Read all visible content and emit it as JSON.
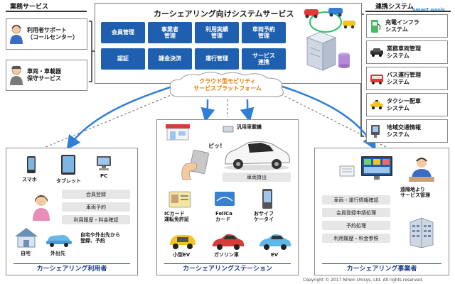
{
  "left": {
    "header": "業務サービス",
    "boxes": [
      {
        "label": "利用者サポート\n（コールセンター）"
      },
      {
        "label": "車両・車載器\n保守サービス"
      }
    ]
  },
  "center": {
    "title": "カーシェアリング向けシステムサービス",
    "services": [
      "会員管理",
      "事業者\n管理",
      "利用実績\n管理",
      "車両予約\n管理",
      "認証",
      "課金決済",
      "運行管理",
      "サービス\n連携"
    ],
    "cloud_label": "クラウド型モビリティ\nサービスプラットフォーム"
  },
  "right": {
    "header": "連携システム",
    "brand": "smart oasis",
    "systems": [
      "充電インフラ\nシステム",
      "業務車両管理\nシステム",
      "バス運行管理\nシステム",
      "タクシー配車\nシステム",
      "地域交通情報\nシステム"
    ]
  },
  "users": {
    "title": "カーシェアリング利用者",
    "devices": [
      "スマホ",
      "タブレット",
      "PC"
    ],
    "actions": [
      "会員登録",
      "車両予約",
      "利用履歴・料金確認"
    ],
    "home": "自宅",
    "outing": "外出先",
    "note": "自宅や外出先から\n登録、予約"
  },
  "station": {
    "title": "カーシェアリングステーション",
    "onboard": "汎用車載機",
    "beep": "ピッ!",
    "lend": "車両貸出",
    "cards": [
      "ICカード\n運転免許証",
      "FeliCa\nカード",
      "おサイフ\nケータイ"
    ],
    "vehicles": [
      "小型EV",
      "ガソリン車",
      "EV"
    ]
  },
  "operator": {
    "title": "カーシェアリング事業者",
    "remote": "遠隔地より\nサービス管理",
    "tasks": [
      "車両・運行情報確認",
      "会員登録申請処理",
      "予約処理",
      "利用履歴・料金参照"
    ]
  },
  "copyright": "Copyright © 2017 Nihon Unisys, Ltd. All rights reserved."
}
